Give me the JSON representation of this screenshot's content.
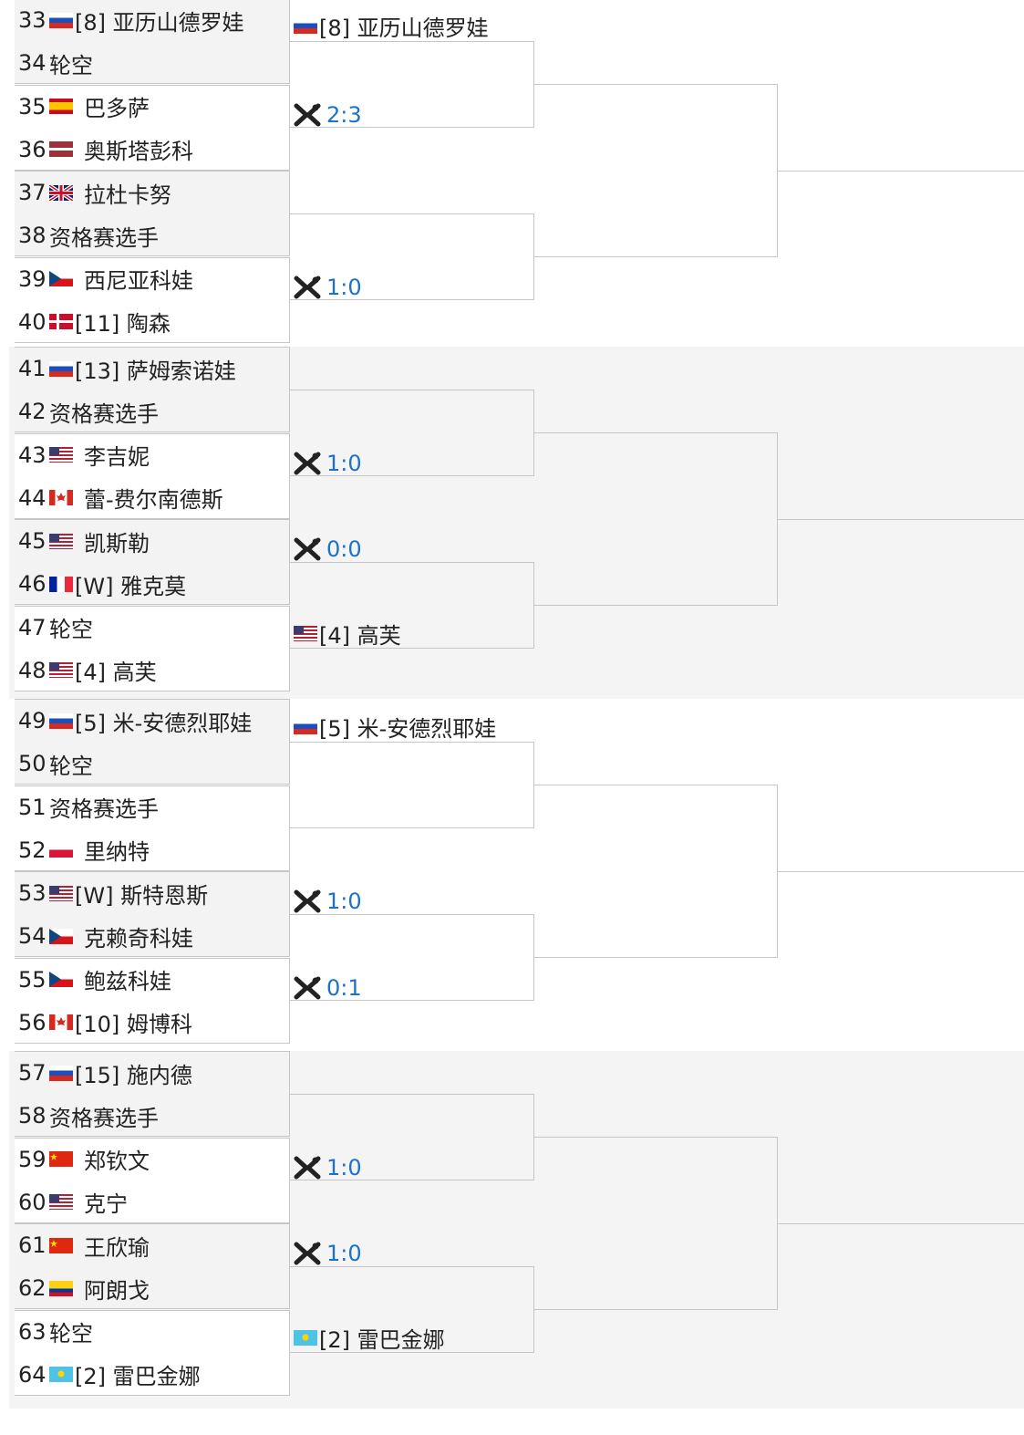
{
  "round1": [
    {
      "seq": "33",
      "flag": "RU",
      "name": "[8] 亚历山德罗娃"
    },
    {
      "seq": "34",
      "flag": "",
      "name": "轮空"
    },
    {
      "seq": "35",
      "flag": "ES",
      "name": "巴多萨"
    },
    {
      "seq": "36",
      "flag": "LV",
      "name": "奥斯塔彭科"
    },
    {
      "seq": "37",
      "flag": "GB",
      "name": "拉杜卡努"
    },
    {
      "seq": "38",
      "flag": "",
      "name": "资格赛选手"
    },
    {
      "seq": "39",
      "flag": "CZ",
      "name": "西尼亚科娃"
    },
    {
      "seq": "40",
      "flag": "DK",
      "name": "[11] 陶森"
    },
    {
      "seq": "41",
      "flag": "RU",
      "name": "[13] 萨姆索诺娃"
    },
    {
      "seq": "42",
      "flag": "",
      "name": "资格赛选手"
    },
    {
      "seq": "43",
      "flag": "US",
      "name": "李吉妮"
    },
    {
      "seq": "44",
      "flag": "CA",
      "name": "蕾-费尔南德斯"
    },
    {
      "seq": "45",
      "flag": "US",
      "name": "凯斯勒"
    },
    {
      "seq": "46",
      "flag": "FR",
      "name": "[W] 雅克莫"
    },
    {
      "seq": "47",
      "flag": "",
      "name": "轮空"
    },
    {
      "seq": "48",
      "flag": "US",
      "name": "[4] 高芙"
    },
    {
      "seq": "49",
      "flag": "RU",
      "name": "[5] 米-安德烈耶娃"
    },
    {
      "seq": "50",
      "flag": "",
      "name": "轮空"
    },
    {
      "seq": "51",
      "flag": "",
      "name": "资格赛选手"
    },
    {
      "seq": "52",
      "flag": "PL",
      "name": "里纳特"
    },
    {
      "seq": "53",
      "flag": "US",
      "name": "[W] 斯特恩斯"
    },
    {
      "seq": "54",
      "flag": "CZ",
      "name": "克赖奇科娃"
    },
    {
      "seq": "55",
      "flag": "CZ",
      "name": "鲍兹科娃"
    },
    {
      "seq": "56",
      "flag": "CA",
      "name": "[10] 姆博科"
    },
    {
      "seq": "57",
      "flag": "RU",
      "name": "[15] 施内德"
    },
    {
      "seq": "58",
      "flag": "",
      "name": "资格赛选手"
    },
    {
      "seq": "59",
      "flag": "CN",
      "name": "郑钦文"
    },
    {
      "seq": "60",
      "flag": "US",
      "name": "克宁"
    },
    {
      "seq": "61",
      "flag": "CN",
      "name": "王欣瑜"
    },
    {
      "seq": "62",
      "flag": "CO",
      "name": "阿朗戈"
    },
    {
      "seq": "63",
      "flag": "",
      "name": "轮空"
    },
    {
      "seq": "64",
      "flag": "KZ",
      "name": "[2] 雷巴金娜"
    }
  ],
  "round2": [
    {
      "type": "winner",
      "flag": "RU",
      "name": "[8] 亚历山德罗娃"
    },
    {
      "type": "score",
      "score": "2:3"
    },
    {
      "type": "empty"
    },
    {
      "type": "score",
      "score": "1:0"
    },
    {
      "type": "empty"
    },
    {
      "type": "score",
      "score": "1:0"
    },
    {
      "type": "score",
      "score": "0:0"
    },
    {
      "type": "winner",
      "flag": "US",
      "name": "[4] 高芙"
    },
    {
      "type": "winner",
      "flag": "RU",
      "name": "[5] 米-安德烈耶娃"
    },
    {
      "type": "empty"
    },
    {
      "type": "score",
      "score": "1:0"
    },
    {
      "type": "score",
      "score": "0:1"
    },
    {
      "type": "empty"
    },
    {
      "type": "score",
      "score": "1:0"
    },
    {
      "type": "score",
      "score": "1:0"
    },
    {
      "type": "winner",
      "flag": "KZ",
      "name": "[2] 雷巴金娜"
    }
  ],
  "icons": {
    "versus": "crossed-rackets-icon"
  },
  "colors": {
    "score": "#1a73c9",
    "border": "#c6c6c6",
    "shade": "#f4f4f4"
  }
}
